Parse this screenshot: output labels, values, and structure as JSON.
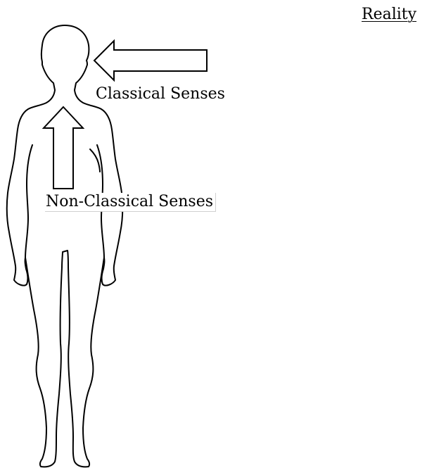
{
  "diagram": {
    "reality_label": "Reality",
    "classical_label": "Classical Senses",
    "nonclassical_label": "Non-Classical Senses"
  },
  "colors": {
    "stroke": "#000000",
    "fill": "#ffffff",
    "label_box_border": "#d0d0d0"
  },
  "icons": {
    "figure": "human-silhouette-icon",
    "arrow_left": "arrow-left-icon",
    "arrow_up": "arrow-up-icon"
  }
}
